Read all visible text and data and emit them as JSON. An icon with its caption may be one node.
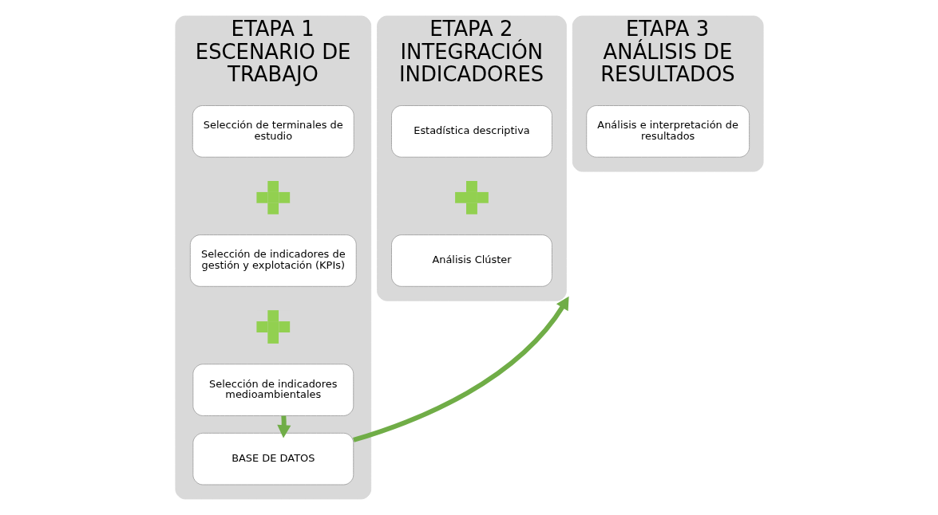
{
  "diagram": {
    "nodes": [
      {
        "text": [
          "ETAPA 1 ESCENARIO DE TRABAJO"
        ]
      },
      {
        "text": [
          "Selección de terminales de estudio"
        ],
        "in": 0
      },
      {
        "text": [],
        "shape": "plus",
        "in": 0
      },
      {
        "text": [
          "Selección de indicadores de gestión y explotación (KPIs)"
        ],
        "in": 0
      },
      {
        "text": [],
        "shape": "plus",
        "in": 0
      },
      {
        "text": [
          "Selección de indicadores medioambientales"
        ],
        "in": 0
      },
      {
        "text": [
          "BASE DE DATOS"
        ],
        "in": 0
      },
      {
        "text": [
          "ETAPA 2 INTEGRACIÓN INDICADORES"
        ]
      },
      {
        "text": [
          "Estadística descriptiva"
        ],
        "in": 7
      },
      {
        "text": [],
        "shape": "plus",
        "in": 7
      },
      {
        "text": [
          "Análisis Clúster"
        ],
        "in": 7
      },
      {
        "text": [
          "ETAPA 3 ANÁLISIS DE RESULTADOS"
        ]
      },
      {
        "text": [
          "Análisis e interpretación de resultados"
        ],
        "in": 11
      }
    ],
    "edges": [
      {
        "from": 5,
        "to": 6,
        "arrow": "to"
      },
      {
        "from": 6,
        "to": 7,
        "arrow": "to"
      }
    ]
  }
}
